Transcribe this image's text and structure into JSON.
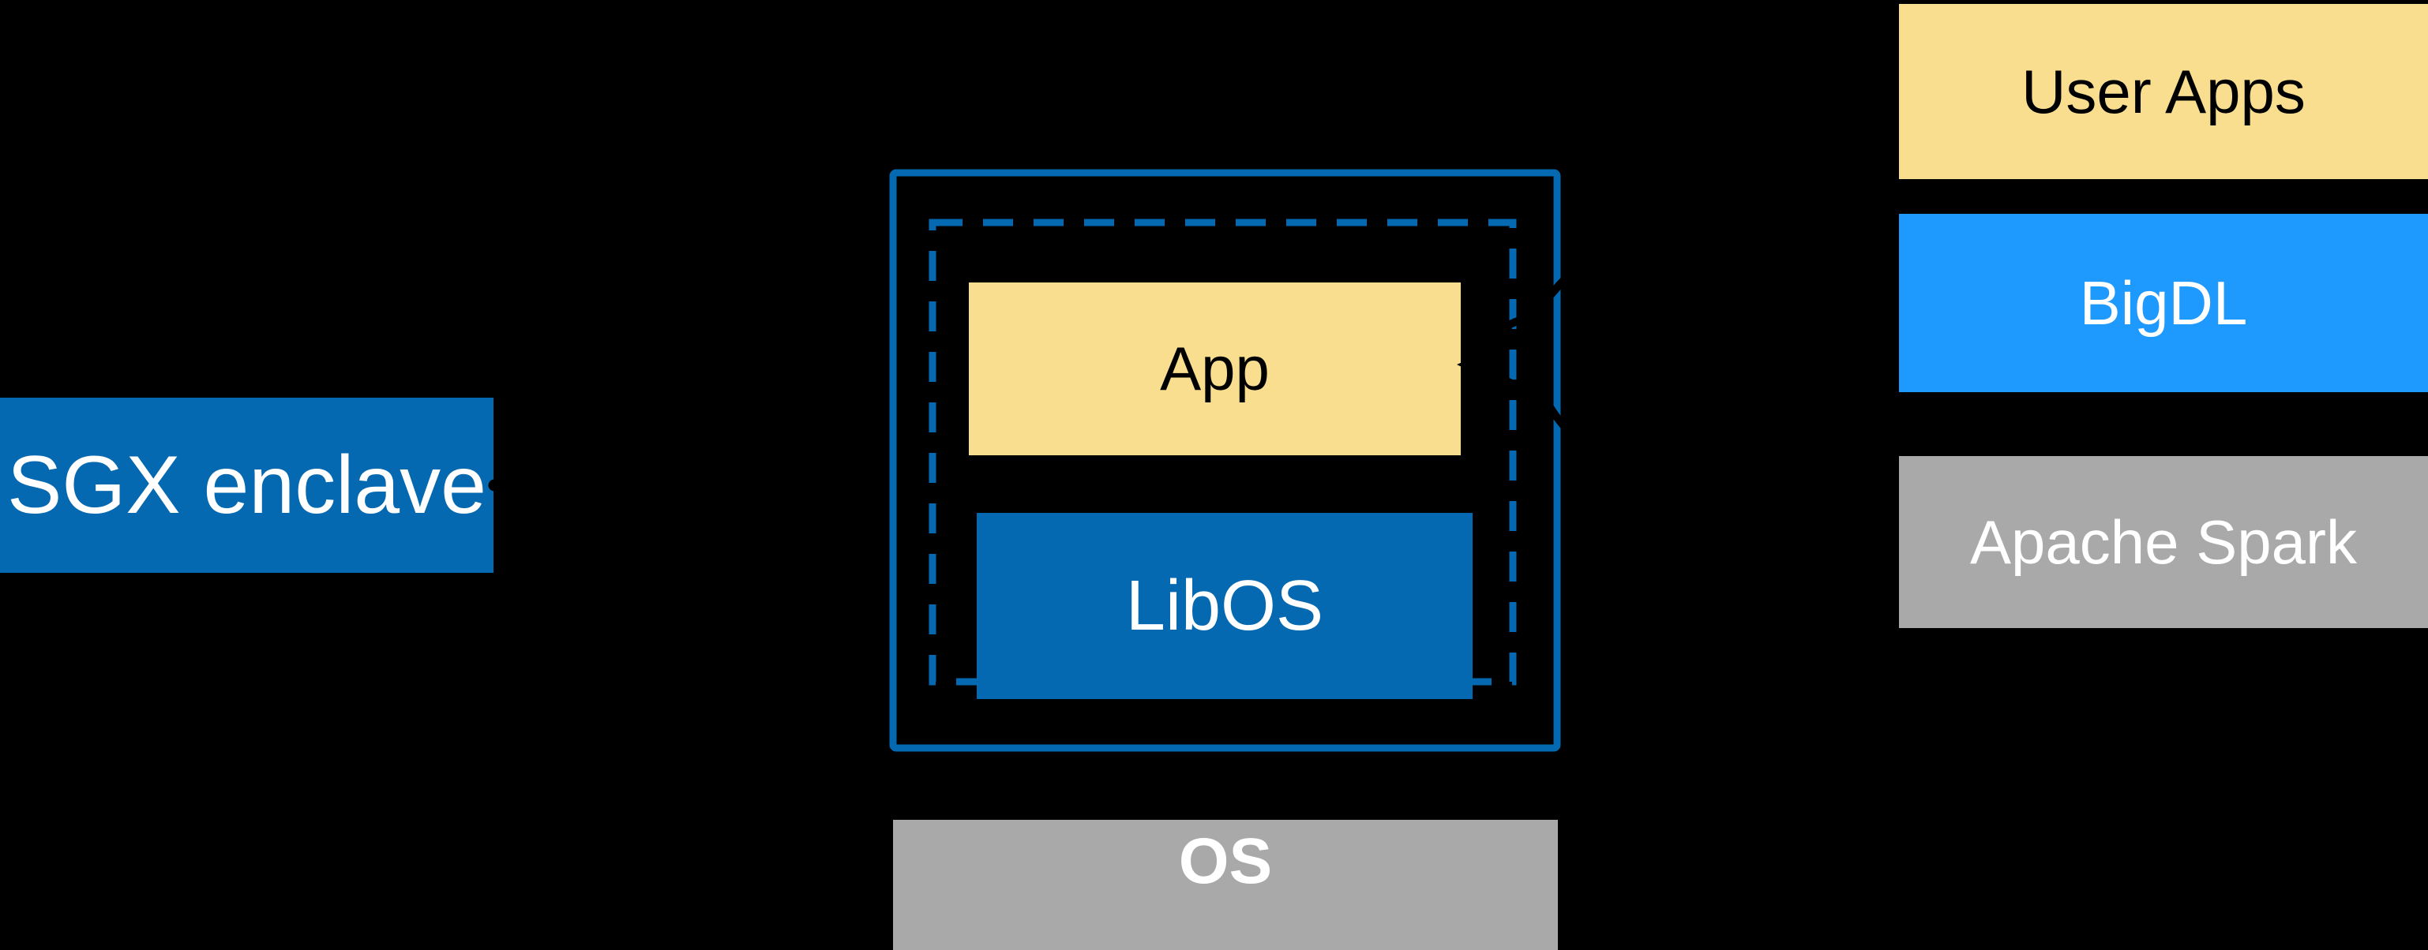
{
  "sgx": {
    "label": "SGX enclave"
  },
  "enclave": {
    "app_label": "App",
    "libos_label": "LibOS"
  },
  "os": {
    "label": "OS"
  },
  "stack": [
    {
      "label": "User Apps"
    },
    {
      "label": "BigDL"
    },
    {
      "label": "Apache Spark"
    }
  ],
  "colors": {
    "intel_blue": "#0469B1",
    "bright_blue": "#1E9AFF",
    "pale_yellow": "#F8DE8E",
    "gray": "#A9A9A9",
    "background": "#000000",
    "arrow": "#000000",
    "text_light": "#FFFFFF",
    "text_dark": "#000000"
  }
}
